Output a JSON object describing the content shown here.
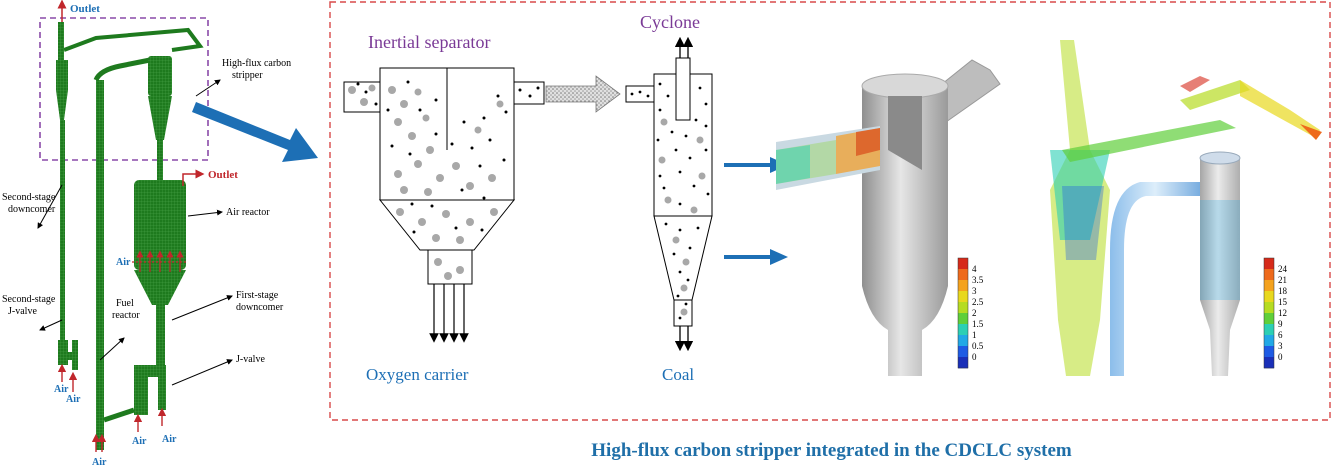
{
  "left_panel": {
    "labels": {
      "outlet_top": "Outlet",
      "outlet_mid": "Outlet",
      "stripper_line1": "High-flux carbon",
      "stripper_line2": "stripper",
      "air_reactor": "Air reactor",
      "second_downcomer_line1": "Second-stage",
      "second_downcomer_line2": "downcomer",
      "second_jvalve_line1": "Second-stage",
      "second_jvalve_line2": "J-valve",
      "fuel_reactor_line1": "Fuel",
      "fuel_reactor_line2": "reactor",
      "first_downcomer_line1": "First-stage",
      "first_downcomer_line2": "downcomer",
      "jvalve": "J-valve",
      "air": "Air"
    }
  },
  "middle_panel": {
    "inertial_separator": "Inertial separator",
    "cyclone": "Cyclone",
    "oxygen_carrier": "Oxygen carrier",
    "coal": "Coal"
  },
  "legend_left": {
    "ticks": [
      "4",
      "3.5",
      "3",
      "2.5",
      "2",
      "1.5",
      "1",
      "0.5",
      "0"
    ],
    "colors": [
      "#d62a1a",
      "#ee6a1c",
      "#f4a21e",
      "#e8d81e",
      "#b6dc22",
      "#5fcf3a",
      "#2ccfb4",
      "#21a8e6",
      "#1e5be4",
      "#1a2fb8"
    ]
  },
  "legend_right": {
    "ticks": [
      "24",
      "21",
      "18",
      "15",
      "12",
      "9",
      "6",
      "3",
      "0"
    ],
    "colors": [
      "#d62a1a",
      "#ee6a1c",
      "#f4a21e",
      "#e8d81e",
      "#b6dc22",
      "#5fcf3a",
      "#2ccfb4",
      "#21a8e6",
      "#1e5be4",
      "#1a2fb8"
    ]
  },
  "caption": "High-flux carbon stripper integrated in the CDCLC system",
  "colors": {
    "reactor_green": "#1e7a1e",
    "dashed_purple": "#8a4aa8",
    "dashed_red": "#d94a4a",
    "arrow_blue": "#1d6fb5",
    "red_text": "#c0262b",
    "blue_text": "#1d6fb5"
  }
}
